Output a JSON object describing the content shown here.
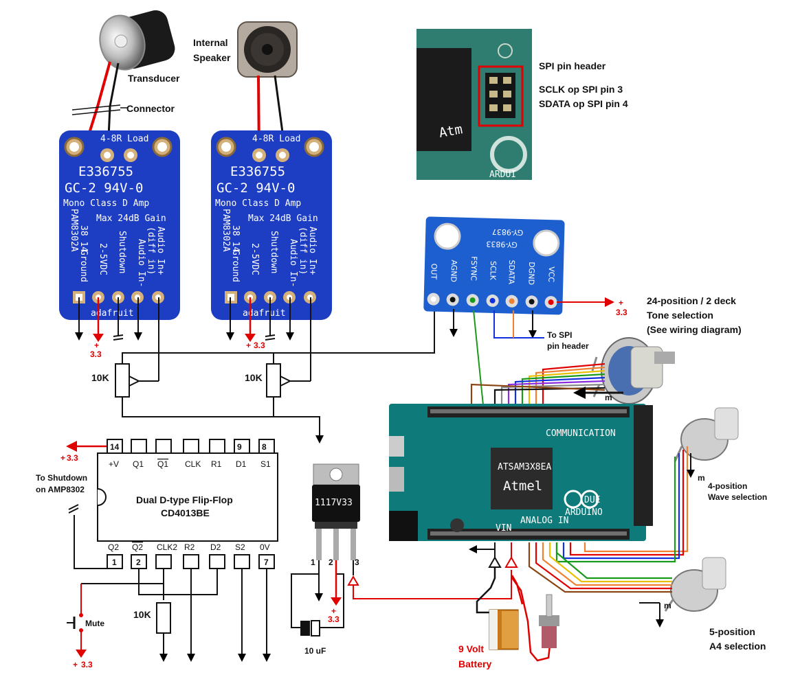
{
  "top_labels": {
    "transducer": "Transducer",
    "connector": "Connector",
    "internal_speaker_1": "Internal",
    "internal_speaker_2": "Speaker"
  },
  "spi": {
    "title": "SPI pin header",
    "sclk": "SCLK op SPI pin 3",
    "sdata": "SDATA op SPI pin 4"
  },
  "amp": {
    "load": "4-8R Load",
    "cert": "E336755",
    "grade": "GC-2 94V-0",
    "mono": "Mono Class D Amp",
    "gain": "Max 24dB Gain",
    "model": "PAM8302A",
    "num": "38 14",
    "pins": [
      "Ground",
      "2-5VDC",
      "Shutdown",
      "Audio In-",
      "Audio In+"
    ],
    "diff": "(diff in)",
    "brand": "adafruit"
  },
  "gy": {
    "model1": "GY-9837",
    "model2": "GY-9833",
    "pins": [
      "OUT",
      "AGND",
      "FSYNC",
      "SCLK",
      "SDATA",
      "DGND",
      "VCC"
    ]
  },
  "labels": {
    "pot_10k_a": "10K",
    "pot_10k_b": "10K",
    "v33_a": "3.3",
    "v33_b": "3.3",
    "v33_c": "3.3",
    "v33_d": "3.3",
    "v33_e": "3.3",
    "v33_f": "3.3",
    "plus": "+",
    "to_spi_1": "To SPI",
    "to_spi_2": "pin header",
    "tone_1": "24-position / 2 deck",
    "tone_2": "Tone selection",
    "tone_3": "(See wiring diagram)",
    "m": "m",
    "wave_1": "4-position",
    "wave_2": "Wave selection",
    "a4_1": "5-position",
    "a4_2": "A4 selection",
    "shutdown_1": "To Shutdown",
    "shutdown_2": "on AMP8302",
    "mute": "Mute",
    "res_10k": "10K",
    "cap": "10 uF",
    "battery_1": "9 Volt",
    "battery_2": "Battery",
    "reg": "1117V33",
    "reg_pins": [
      "1",
      "2",
      "3"
    ]
  },
  "ic": {
    "title": "Dual D-type Flip-Flop",
    "part": "CD4013BE",
    "top_pins": [
      "14",
      "",
      "",
      "",
      "",
      "9",
      "8"
    ],
    "top_names": [
      "+V",
      "Q1",
      "Q1",
      "CLK",
      "R1",
      "D1",
      "S1"
    ],
    "bottom_pins": [
      "1",
      "2",
      "",
      "",
      "",
      "",
      "7"
    ],
    "bottom_names": [
      "Q2",
      "Q2",
      "CLK2",
      "R2",
      "D2",
      "S2",
      "0V"
    ]
  },
  "arduino": {
    "brand": "ARDUINO",
    "model": "DUE",
    "chip_brand": "Atmel",
    "chip_part": "ATSAM3X8EA",
    "comm": "COMMUNICATION",
    "analog": "ANALOG IN",
    "vin": "VIN"
  },
  "chip_photo": {
    "label": "ARDUI",
    "chip_mark": "Atm"
  },
  "colors": {
    "pcb_blue": "#1d3ec2",
    "arduino_teal": "#0e7a7a",
    "red": "#e00000",
    "wire_orange": "#f08030",
    "wire_green": "#1a9a1a",
    "wire_blue": "#1030e0"
  }
}
